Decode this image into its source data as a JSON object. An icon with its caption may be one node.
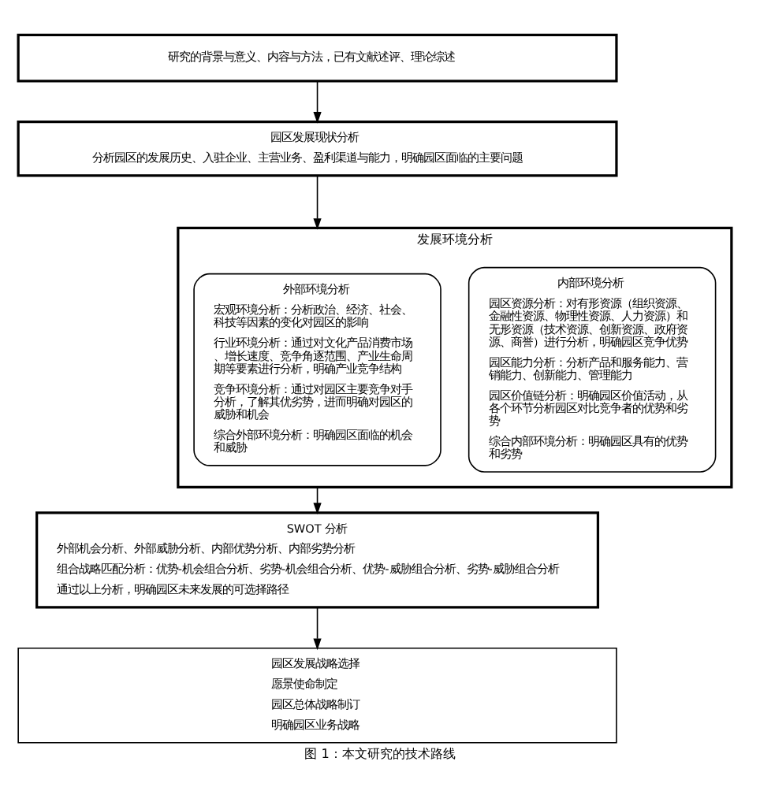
{
  "diagram": {
    "caption": "图 1：本文研究的技术路线",
    "nodes": [
      {
        "text": [
          "研究的背景与意义、内容与方法，已有文献述评、理论综述"
        ]
      },
      {
        "text": [
          "园区发展现状分析",
          "分析园区的发展历史、入驻企业、主营业务、盈利渠道与能力，明确园区面临的主要问题"
        ]
      },
      {
        "text": [
          "发展环境分析"
        ]
      },
      {
        "text": [
          "外部环境分析",
          "宏观环境分析：分析政治、经济、社会、科技等因素的变化对园区的影响",
          "行业环境分析：通过对文化产品消费市场、增长速度、竞争角逐范围、产业生命周期等要素进行分析，明确产业竞争结构",
          "竞争环境分析：通过对园区主要竞争对手分析，了解其优劣势，进而明确对园区的威胁和机会",
          "综合外部环境分析：明确园区面临的机会和威胁"
        ],
        "in": 2
      },
      {
        "text": [
          "内部环境分析",
          "园区资源分析：对有形资源（组织资源、金融性资源、物理性资源、人力资源）和无形资源（技术资源、创新资源、政府资源、商誉）进行分析，明确园区竞争优势",
          "园区能力分析：分析产品和服务能力、营销能力、创新能力、管理能力",
          "园区价值链分析：明确园区价值活动，从各个环节分析园区对比竞争者的优势和劣势",
          "综合内部环境分析：明确园区具有的优势和劣势"
        ],
        "in": 2
      },
      {
        "text": [
          "SWOT 分析",
          "外部机会分析、外部威胁分析、内部优势分析、内部劣势分析",
          "组合战略匹配分析：优势-机会组合分析、劣势-机会组合分析、优势-威胁组合分析、劣势-威胁组合分析",
          "通过以上分析，明确园区未来发展的可选择路径"
        ]
      },
      {
        "text": [
          "园区发展战略选择",
          "愿景使命制定",
          "园区总体战略制订",
          "明确园区业务战略"
        ]
      }
    ],
    "edges": [
      {
        "from": 0,
        "to": 1,
        "arrow": "to"
      },
      {
        "from": 1,
        "to": 2,
        "arrow": "to"
      },
      {
        "from": 2,
        "to": 5,
        "arrow": "to"
      },
      {
        "from": 5,
        "to": 6,
        "arrow": "to"
      }
    ]
  }
}
